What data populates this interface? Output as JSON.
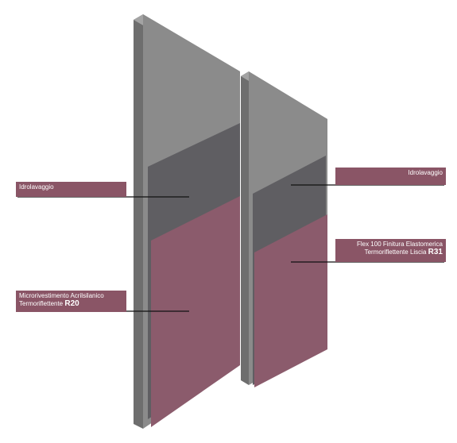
{
  "colors": {
    "panel_front": "#8b8b8b",
    "panel_edge": "#6e6e6e",
    "panel_top": "#a3a3a3",
    "wash_layer": "#5f5e62",
    "finish_layer": "#8b5b6c",
    "label_bg": "#8a5566",
    "leader": "#111111"
  },
  "labels": {
    "left_top": {
      "text": "Idrolavaggio"
    },
    "left_bottom": {
      "line1": "Microrivestimento Acrilsilanico",
      "line2": "Termoriflettente",
      "code": "R20"
    },
    "right_top": {
      "text": "Idrolavaggio"
    },
    "right_bottom": {
      "line1": "Flex 100 Finitura Elastomerica",
      "line2": "Termoriflettente Liscia",
      "code": "R31"
    }
  }
}
